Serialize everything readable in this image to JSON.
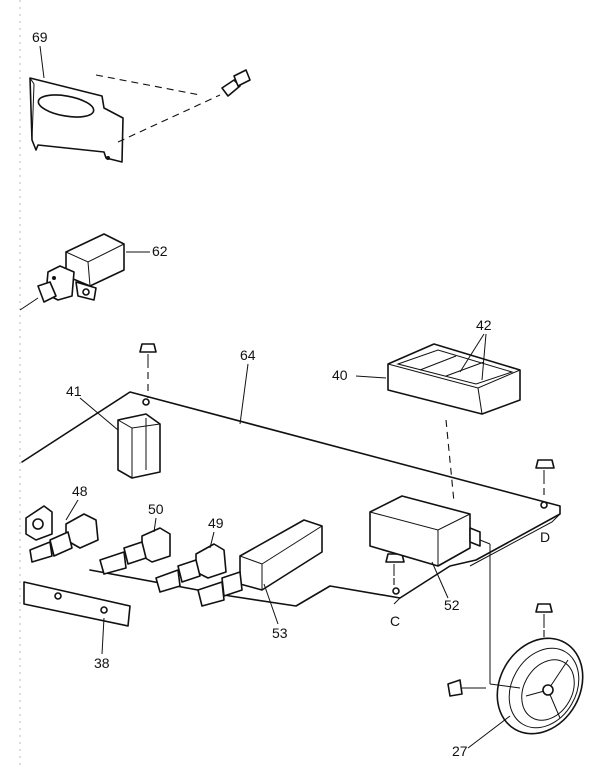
{
  "diagram": {
    "type": "exploded-parts-diagram",
    "part_labels": {
      "p27": "27",
      "p38": "38",
      "p40": "40",
      "p41": "41",
      "p42": "42",
      "p48": "48",
      "p49": "49",
      "p50": "50",
      "p52": "52",
      "p53": "53",
      "p62": "62",
      "p64": "64",
      "p69": "69"
    },
    "reference_letters": {
      "c": "C",
      "d": "D"
    }
  }
}
